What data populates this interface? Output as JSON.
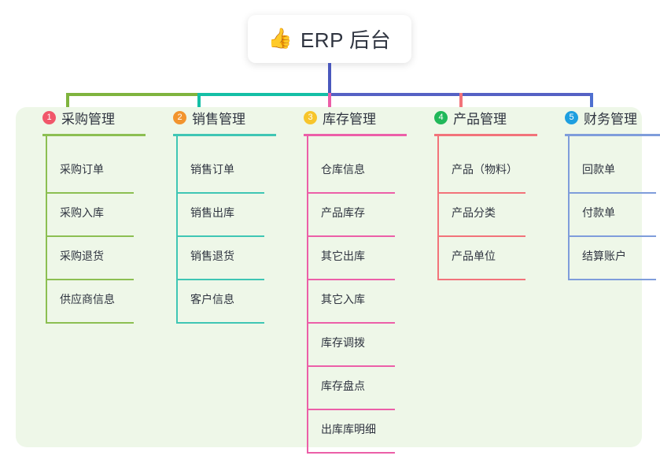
{
  "root": {
    "icon": "thumbs-up-emoji",
    "icon_glyph": "👍",
    "title": "ERP 后台"
  },
  "colors": {
    "page_background": "#ffffff",
    "panel_background": "#eef7e8",
    "root_stem": "#4a58bd",
    "text": "#2f3440"
  },
  "connectors": {
    "bar_left": "#7fb43e",
    "bar_middle": "#14bfa6",
    "bar_right": "#5561c4",
    "drops": [
      "#7fb43e",
      "#14bfa6",
      "#ec5fa8",
      "#f2737a",
      "#4f6fd0"
    ]
  },
  "columns": [
    {
      "number": "1",
      "title": "采购管理",
      "badge_color": "#f1576a",
      "line_color": "#8cbf52",
      "items": [
        "采购订单",
        "采购入库",
        "采购退货",
        "供应商信息"
      ]
    },
    {
      "number": "2",
      "title": "销售管理",
      "badge_color": "#f2942e",
      "line_color": "#3fc6b4",
      "items": [
        "销售订单",
        "销售出库",
        "销售退货",
        "客户信息"
      ]
    },
    {
      "number": "3",
      "title": "库存管理",
      "badge_color": "#f7c52b",
      "line_color": "#ec5fa8",
      "items": [
        "仓库信息",
        "产品库存",
        "其它出库",
        "其它入库",
        "库存调拨",
        "库存盘点",
        "出库库明细"
      ]
    },
    {
      "number": "4",
      "title": "产品管理",
      "badge_color": "#21b85a",
      "line_color": "#f2737a",
      "items": [
        "产品（物料）",
        "产品分类",
        "产品单位"
      ]
    },
    {
      "number": "5",
      "title": "财务管理",
      "badge_color": "#1e9fe0",
      "line_color": "#7f9ddb",
      "items": [
        "回款单",
        "付款单",
        "结算账户"
      ]
    }
  ]
}
